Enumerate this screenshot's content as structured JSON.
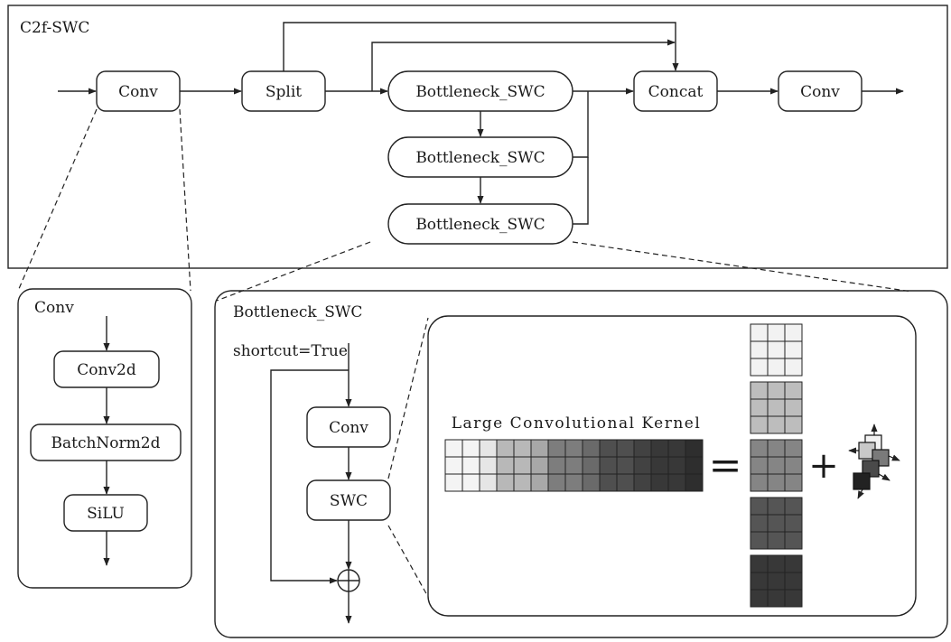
{
  "top": {
    "title": "C2f-SWC",
    "conv_in": "Conv",
    "split": "Split",
    "bottleneck_1": "Bottleneck_SWC",
    "bottleneck_2": "Bottleneck_SWC",
    "bottleneck_3": "Bottleneck_SWC",
    "concat": "Concat",
    "conv_out": "Conv"
  },
  "conv_panel": {
    "title": "Conv",
    "conv2d": "Conv2d",
    "batchnorm": "BatchNorm2d",
    "silu": "SiLU"
  },
  "bottleneck_panel": {
    "title": "Bottleneck_SWC",
    "shortcut": "shortcut=True",
    "conv": "Conv",
    "swc": "SWC"
  },
  "swc_panel": {
    "kernel_title": "Large Convolutional Kernel",
    "equals": "=",
    "plus": "+",
    "small_kernel_colors": [
      "#f2f2f2",
      "#bdbdbd",
      "#858585",
      "#555555",
      "#383838"
    ]
  },
  "colors": {
    "stroke": "#222222",
    "kernel_shades": [
      "#f4f4f4",
      "#e6e6e6",
      "#b8b8b8",
      "#a8a8a8",
      "#7d7d7d",
      "#6a6a6a",
      "#4f4f4f",
      "#424242",
      "#383838",
      "#2e2e2e"
    ]
  }
}
